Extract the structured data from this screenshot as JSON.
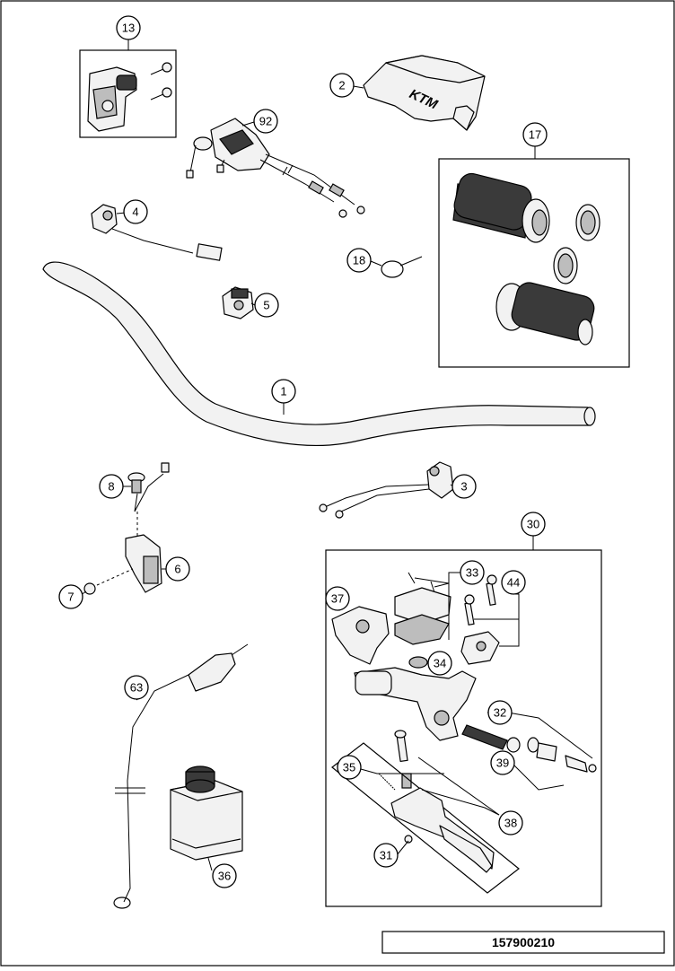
{
  "drawing_code": "157900210",
  "callouts": {
    "c1": "1",
    "c2": "2",
    "c3": "3",
    "c4": "4",
    "c5": "5",
    "c6": "6",
    "c7": "7",
    "c8": "8",
    "c13": "13",
    "c17": "17",
    "c18": "18",
    "c30": "30",
    "c31": "31",
    "c32": "32",
    "c33": "33",
    "c34": "34",
    "c35": "35",
    "c36": "36",
    "c37": "37",
    "c38": "38",
    "c39": "39",
    "c44": "44",
    "c63": "63",
    "c92": "92"
  },
  "brand_mark": "KTM",
  "colors": {
    "line": "#000000",
    "fill": "#f2f2f2",
    "dark": "#3a3a3a",
    "mid": "#bdbdbd"
  }
}
